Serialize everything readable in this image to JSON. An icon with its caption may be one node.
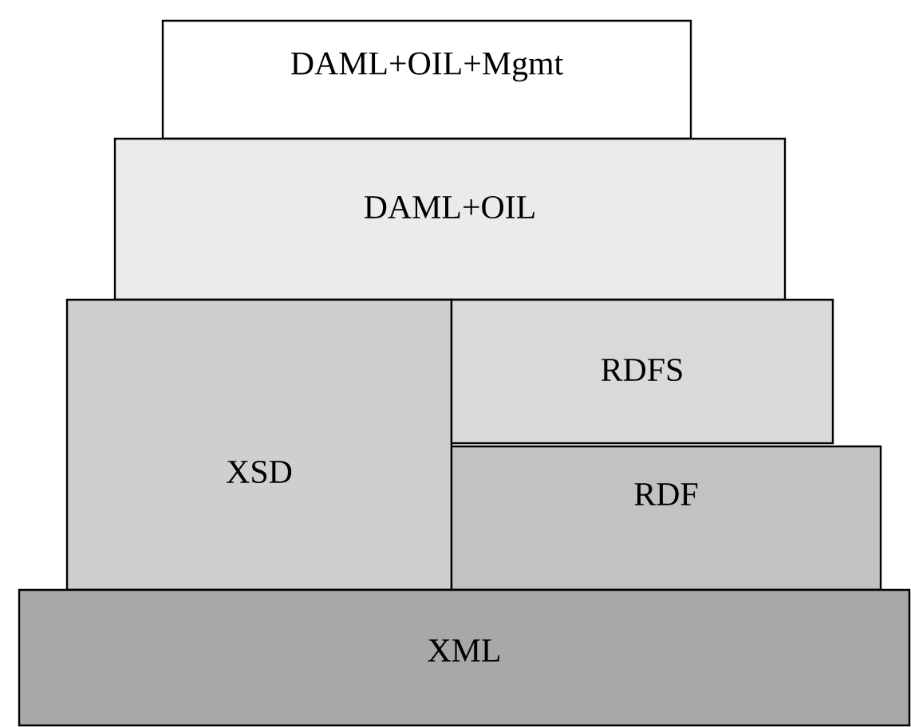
{
  "diagram": {
    "nodes": [
      {
        "text": [
          "DAML+OIL+Mgmt"
        ]
      },
      {
        "text": [
          "DAML+OIL"
        ]
      },
      {
        "text": [
          "XSD"
        ]
      },
      {
        "text": [
          "RDFS"
        ]
      },
      {
        "text": [
          "RDF"
        ]
      },
      {
        "text": [
          "XML"
        ]
      }
    ]
  }
}
